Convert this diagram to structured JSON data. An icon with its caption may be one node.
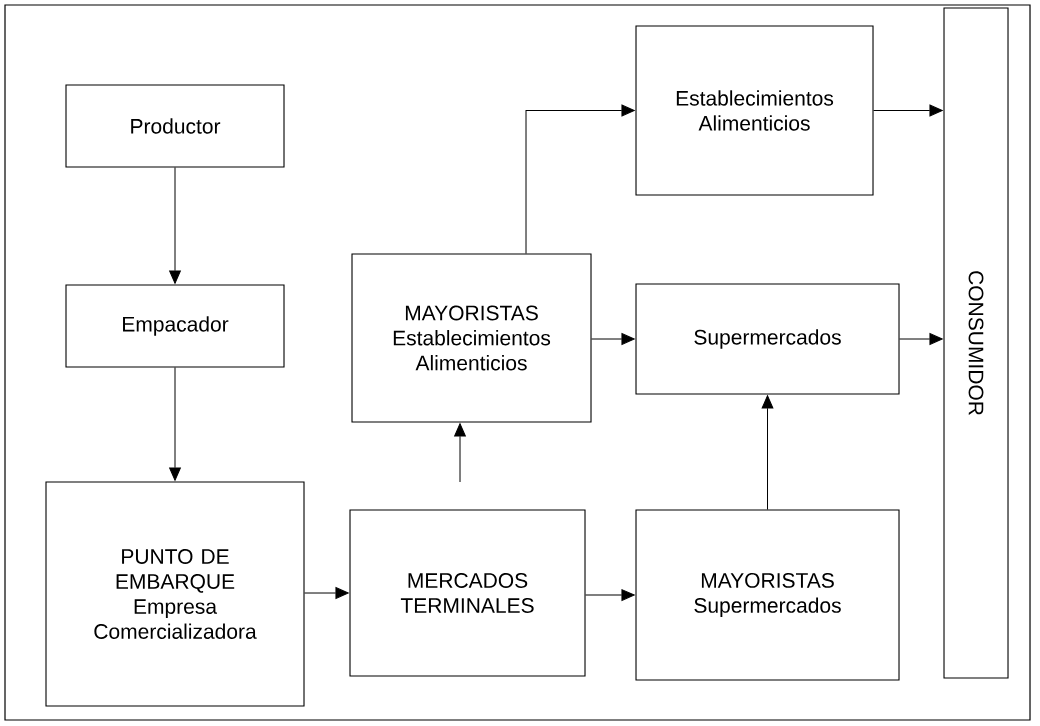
{
  "diagram": {
    "nodes": [
      {
        "text": [
          "Productor"
        ]
      },
      {
        "text": [
          "Empacador"
        ]
      },
      {
        "text": [
          "PUNTO DE EMBARQUE Empresa Comercializadora"
        ]
      },
      {
        "text": [
          "MERCADOS TERMINALES"
        ]
      },
      {
        "text": [
          "MAYORISTAS Establecimientos Alimenticios"
        ]
      },
      {
        "text": [
          "Establecimientos Alimenticios"
        ]
      },
      {
        "text": [
          "Supermercados"
        ]
      },
      {
        "text": [
          "MAYORISTAS Supermercados"
        ]
      },
      {
        "text": [
          "CONSUMIDOR"
        ]
      }
    ],
    "edges": [
      {
        "from": 0,
        "to": 1,
        "arrow": "to"
      },
      {
        "from": 1,
        "to": 2,
        "arrow": "to"
      },
      {
        "from": 2,
        "to": 3,
        "arrow": "to"
      },
      {
        "from": 3,
        "to": 7,
        "arrow": "to"
      },
      {
        "from": 7,
        "to": 6,
        "arrow": "to"
      },
      {
        "from": 4,
        "to": 5,
        "arrow": "to"
      },
      {
        "from": 4,
        "to": 6,
        "arrow": "to"
      },
      {
        "from": 5,
        "to": 8,
        "arrow": "to"
      },
      {
        "from": 6,
        "to": 8,
        "arrow": "to"
      },
      {
        "from": null,
        "to": 4,
        "arrow": "to"
      }
    ]
  }
}
